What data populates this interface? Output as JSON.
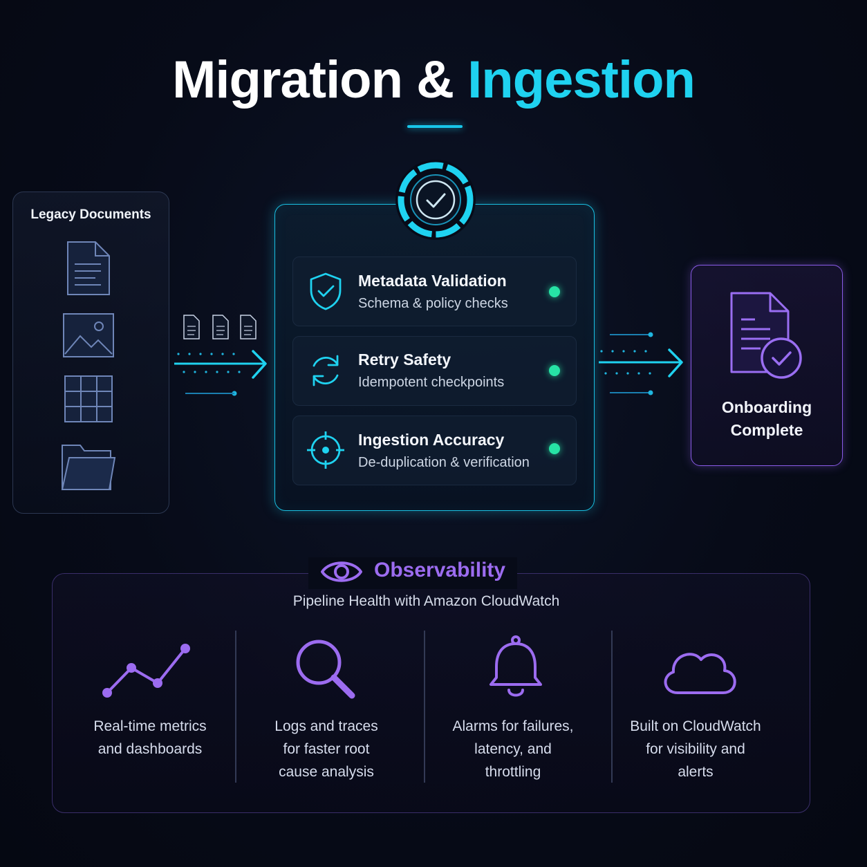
{
  "title": {
    "part1": "Migration & ",
    "part2": "Ingestion"
  },
  "legacy": {
    "title": "Legacy Documents",
    "icons": [
      "document-icon",
      "image-icon",
      "table-icon",
      "folder-icon"
    ]
  },
  "pipeline": {
    "badge_icon": "check-circle-icon",
    "checks": [
      {
        "title": "Metadata Validation",
        "subtitle": "Schema & policy checks",
        "icon": "shield-check-icon",
        "status": "ok"
      },
      {
        "title": "Retry Safety",
        "subtitle": "Idempotent checkpoints",
        "icon": "refresh-icon",
        "status": "ok"
      },
      {
        "title": "Ingestion Accuracy",
        "subtitle": "De-duplication & verification",
        "icon": "target-icon",
        "status": "ok"
      }
    ]
  },
  "onboarding": {
    "line1": "Onboarding",
    "line2": "Complete",
    "icon": "document-check-icon"
  },
  "observability": {
    "title": "Observability",
    "subtitle": "Pipeline Health with Amazon CloudWatch",
    "items": [
      {
        "icon": "line-chart-icon",
        "lines": [
          "Real-time metrics",
          "and dashboards"
        ]
      },
      {
        "icon": "search-icon",
        "lines": [
          "Logs and traces",
          "for faster root",
          "cause analysis"
        ]
      },
      {
        "icon": "bell-icon",
        "lines": [
          "Alarms for failures,",
          "latency, and",
          "throttling"
        ]
      },
      {
        "icon": "cloud-icon",
        "lines": [
          "Built on CloudWatch",
          "for visibility and",
          "alerts"
        ]
      }
    ]
  },
  "colors": {
    "cyan": "#1fd2f0",
    "purple": "#9c6cf0",
    "status_green": "#27e3a5"
  }
}
